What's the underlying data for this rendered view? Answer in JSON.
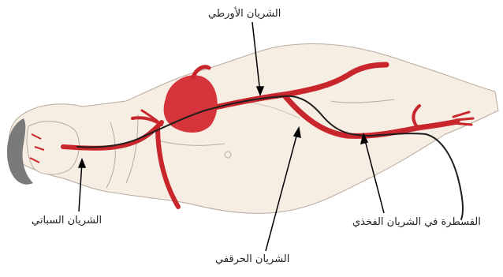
{
  "labels": {
    "aorta": "الشريان الأورطي",
    "carotid": "الشريان السباتي",
    "iliac": "الشريان الحرقفي",
    "femoral_catheter": "القسطرة في الشريان الفخذي"
  },
  "colors": {
    "artery": "#c8262c",
    "heart": "#d4343a",
    "catheter": "#1e1e1e",
    "body_fill": "#f6ede3",
    "body_outline": "#b8aa9c",
    "hair": "#7a7a7a"
  }
}
